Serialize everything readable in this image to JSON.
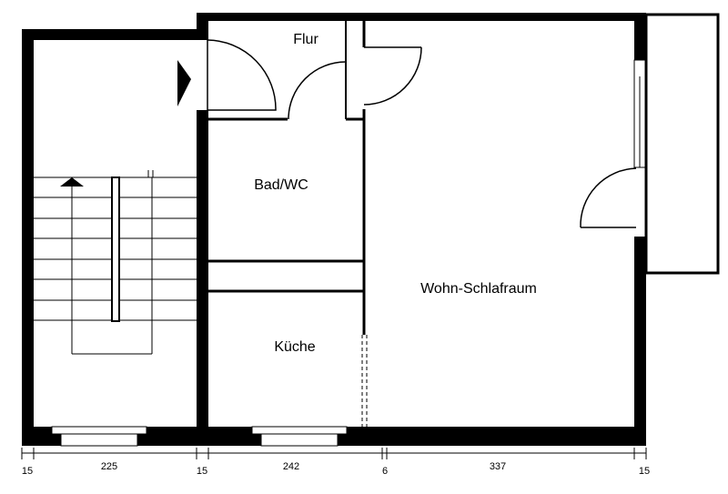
{
  "rooms": {
    "flur": "Flur",
    "bad": "Bad/WC",
    "kueche": "Küche",
    "wohn": "Wohn-Schlafraum"
  },
  "dimensions": [
    "15",
    "225",
    "15",
    "242",
    "6",
    "337",
    "15"
  ],
  "entrance_marker": "arrow-right-icon",
  "stair_marker": "arrow-up-icon",
  "colors": {
    "wall": "#000000",
    "paper": "#ffffff"
  }
}
